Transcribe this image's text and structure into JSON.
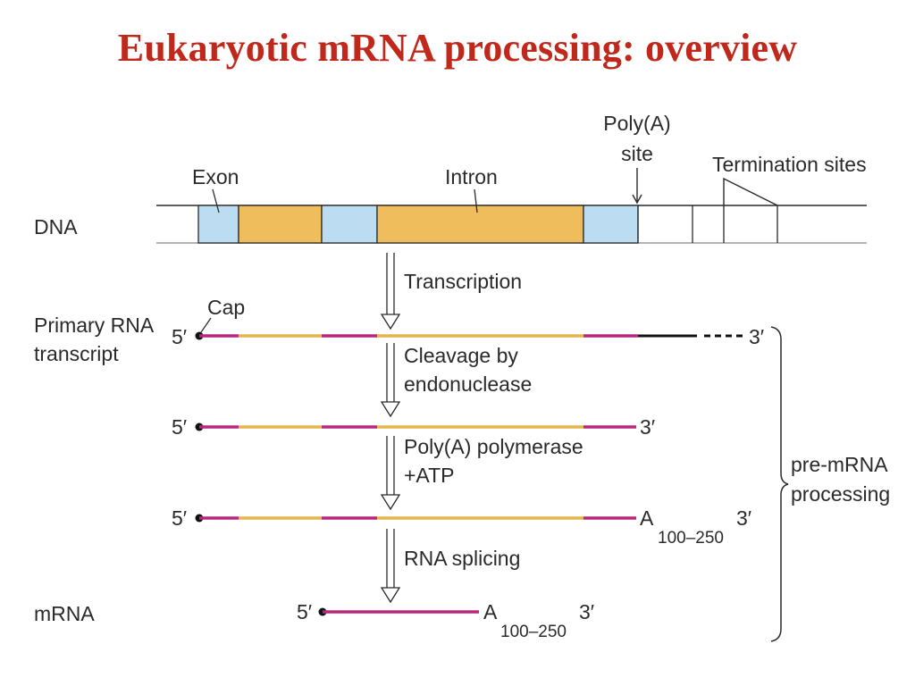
{
  "title": "Eukaryotic mRNA processing: overview",
  "colors": {
    "title": "#c0281c",
    "exon": "#bcdcf2",
    "intron": "#f0bd5c",
    "exon_rna": "#b8277e",
    "intron_rna": "#e2b64c",
    "line": "#2a2a2a"
  },
  "labels": {
    "dna": "DNA",
    "exon": "Exon",
    "intron": "Intron",
    "polya_site_line1": "Poly(A)",
    "polya_site_line2": "site",
    "termination_sites": "Termination sites",
    "primary_line1": "Primary RNA",
    "primary_line2": "transcript",
    "cap": "Cap",
    "mrna": "mRNA",
    "five_prime": "5′",
    "three_prime": "3′",
    "poly_a": "A",
    "poly_a_length": "100–250",
    "pre_mrna_line1": "pre-mRNA",
    "pre_mrna_line2": "processing"
  },
  "steps": {
    "transcription": "Transcription",
    "cleavage_line1": "Cleavage by",
    "cleavage_line2": "endonuclease",
    "polymerase_line1": "Poly(A) polymerase",
    "polymerase_line2": "+ATP",
    "splicing": "RNA splicing"
  }
}
